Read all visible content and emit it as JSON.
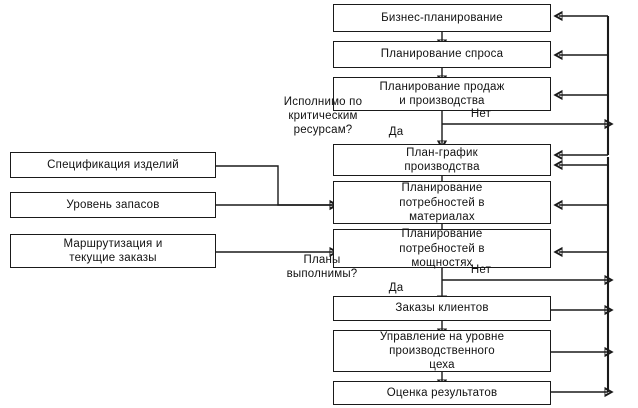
{
  "diagram": {
    "title": "MRP II planning flowchart",
    "language": "ru",
    "line_color": "#1a1a1a",
    "box_fill": "#ffffff",
    "text_color": "#111111"
  },
  "nodes": {
    "business_planning": "Бизнес-планирование",
    "demand_planning": "Планирование спроса",
    "sales_production_planning": "Планирование продаж\nи производства",
    "master_schedule": "План-график\nпроизводства",
    "material_requirements": "Планирование\nпотребностей в\nматериалах",
    "capacity_requirements": "Планирование\nпотребностей в\nмощностях",
    "customer_orders": "Заказы клиентов",
    "shop_floor_control": "Управление на уровне\nпроизводственного\nцеха",
    "results_evaluation": "Оценка результатов",
    "product_specification": "Спецификация изделий",
    "inventory_level": "Уровень запасов",
    "routing_orders": "Маршрутизация и\nтекущие заказы"
  },
  "decisions": {
    "critical_resources_question": "Исполнимо по\nкритическим\nресурсам?",
    "plans_feasible_question": "Планы\nвыполнимы?"
  },
  "branch_labels": {
    "yes_1": "Да",
    "no_1": "Нет",
    "yes_2": "Да",
    "no_2": "Нет"
  }
}
